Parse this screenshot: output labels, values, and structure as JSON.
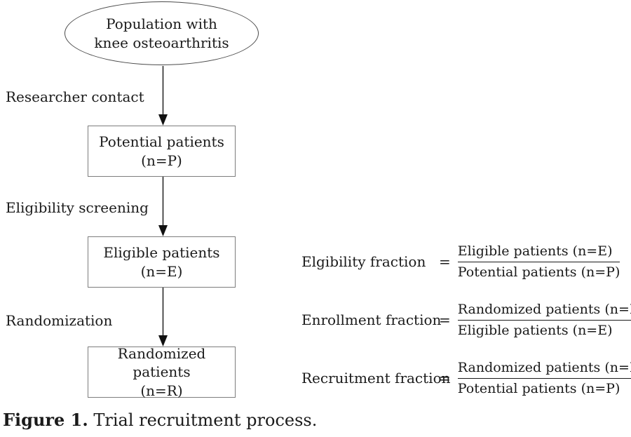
{
  "figure": {
    "caption_label": "Figure 1.",
    "caption_text": " Trial recruitment process."
  },
  "flowchart": {
    "start": {
      "line1": "Population with",
      "line2": "knee osteoarthritis"
    },
    "steps": [
      {
        "edge_label": "Researcher contact",
        "box_line1": "Potential patients",
        "box_line2": "(n=P)"
      },
      {
        "edge_label": "Eligibility screening",
        "box_line1": "Eligible patients",
        "box_line2": "(n=E)"
      },
      {
        "edge_label": "Randomization",
        "box_line1": "Randomized patients",
        "box_line2": "(n=R)"
      }
    ]
  },
  "equations": [
    {
      "label": "Elgibility fraction",
      "equals": "=",
      "numerator": "Eligible patients (n=E)",
      "denominator": "Potential patients (n=P)"
    },
    {
      "label": "Enrollment fraction",
      "equals": "=",
      "numerator": "Randomized patients (n=R)",
      "denominator": "Eligible patients (n=E)"
    },
    {
      "label": "Recruitment fraction",
      "equals": "=",
      "numerator": "Randomized patients (n=R)",
      "denominator": "Potential patients (n=P)"
    }
  ],
  "colors": {
    "background": "#ffffff",
    "text": "#1a1a1a",
    "box_border": "#7d7d7d",
    "ellipse_border": "#4a4a4a",
    "arrow": "#111111"
  }
}
